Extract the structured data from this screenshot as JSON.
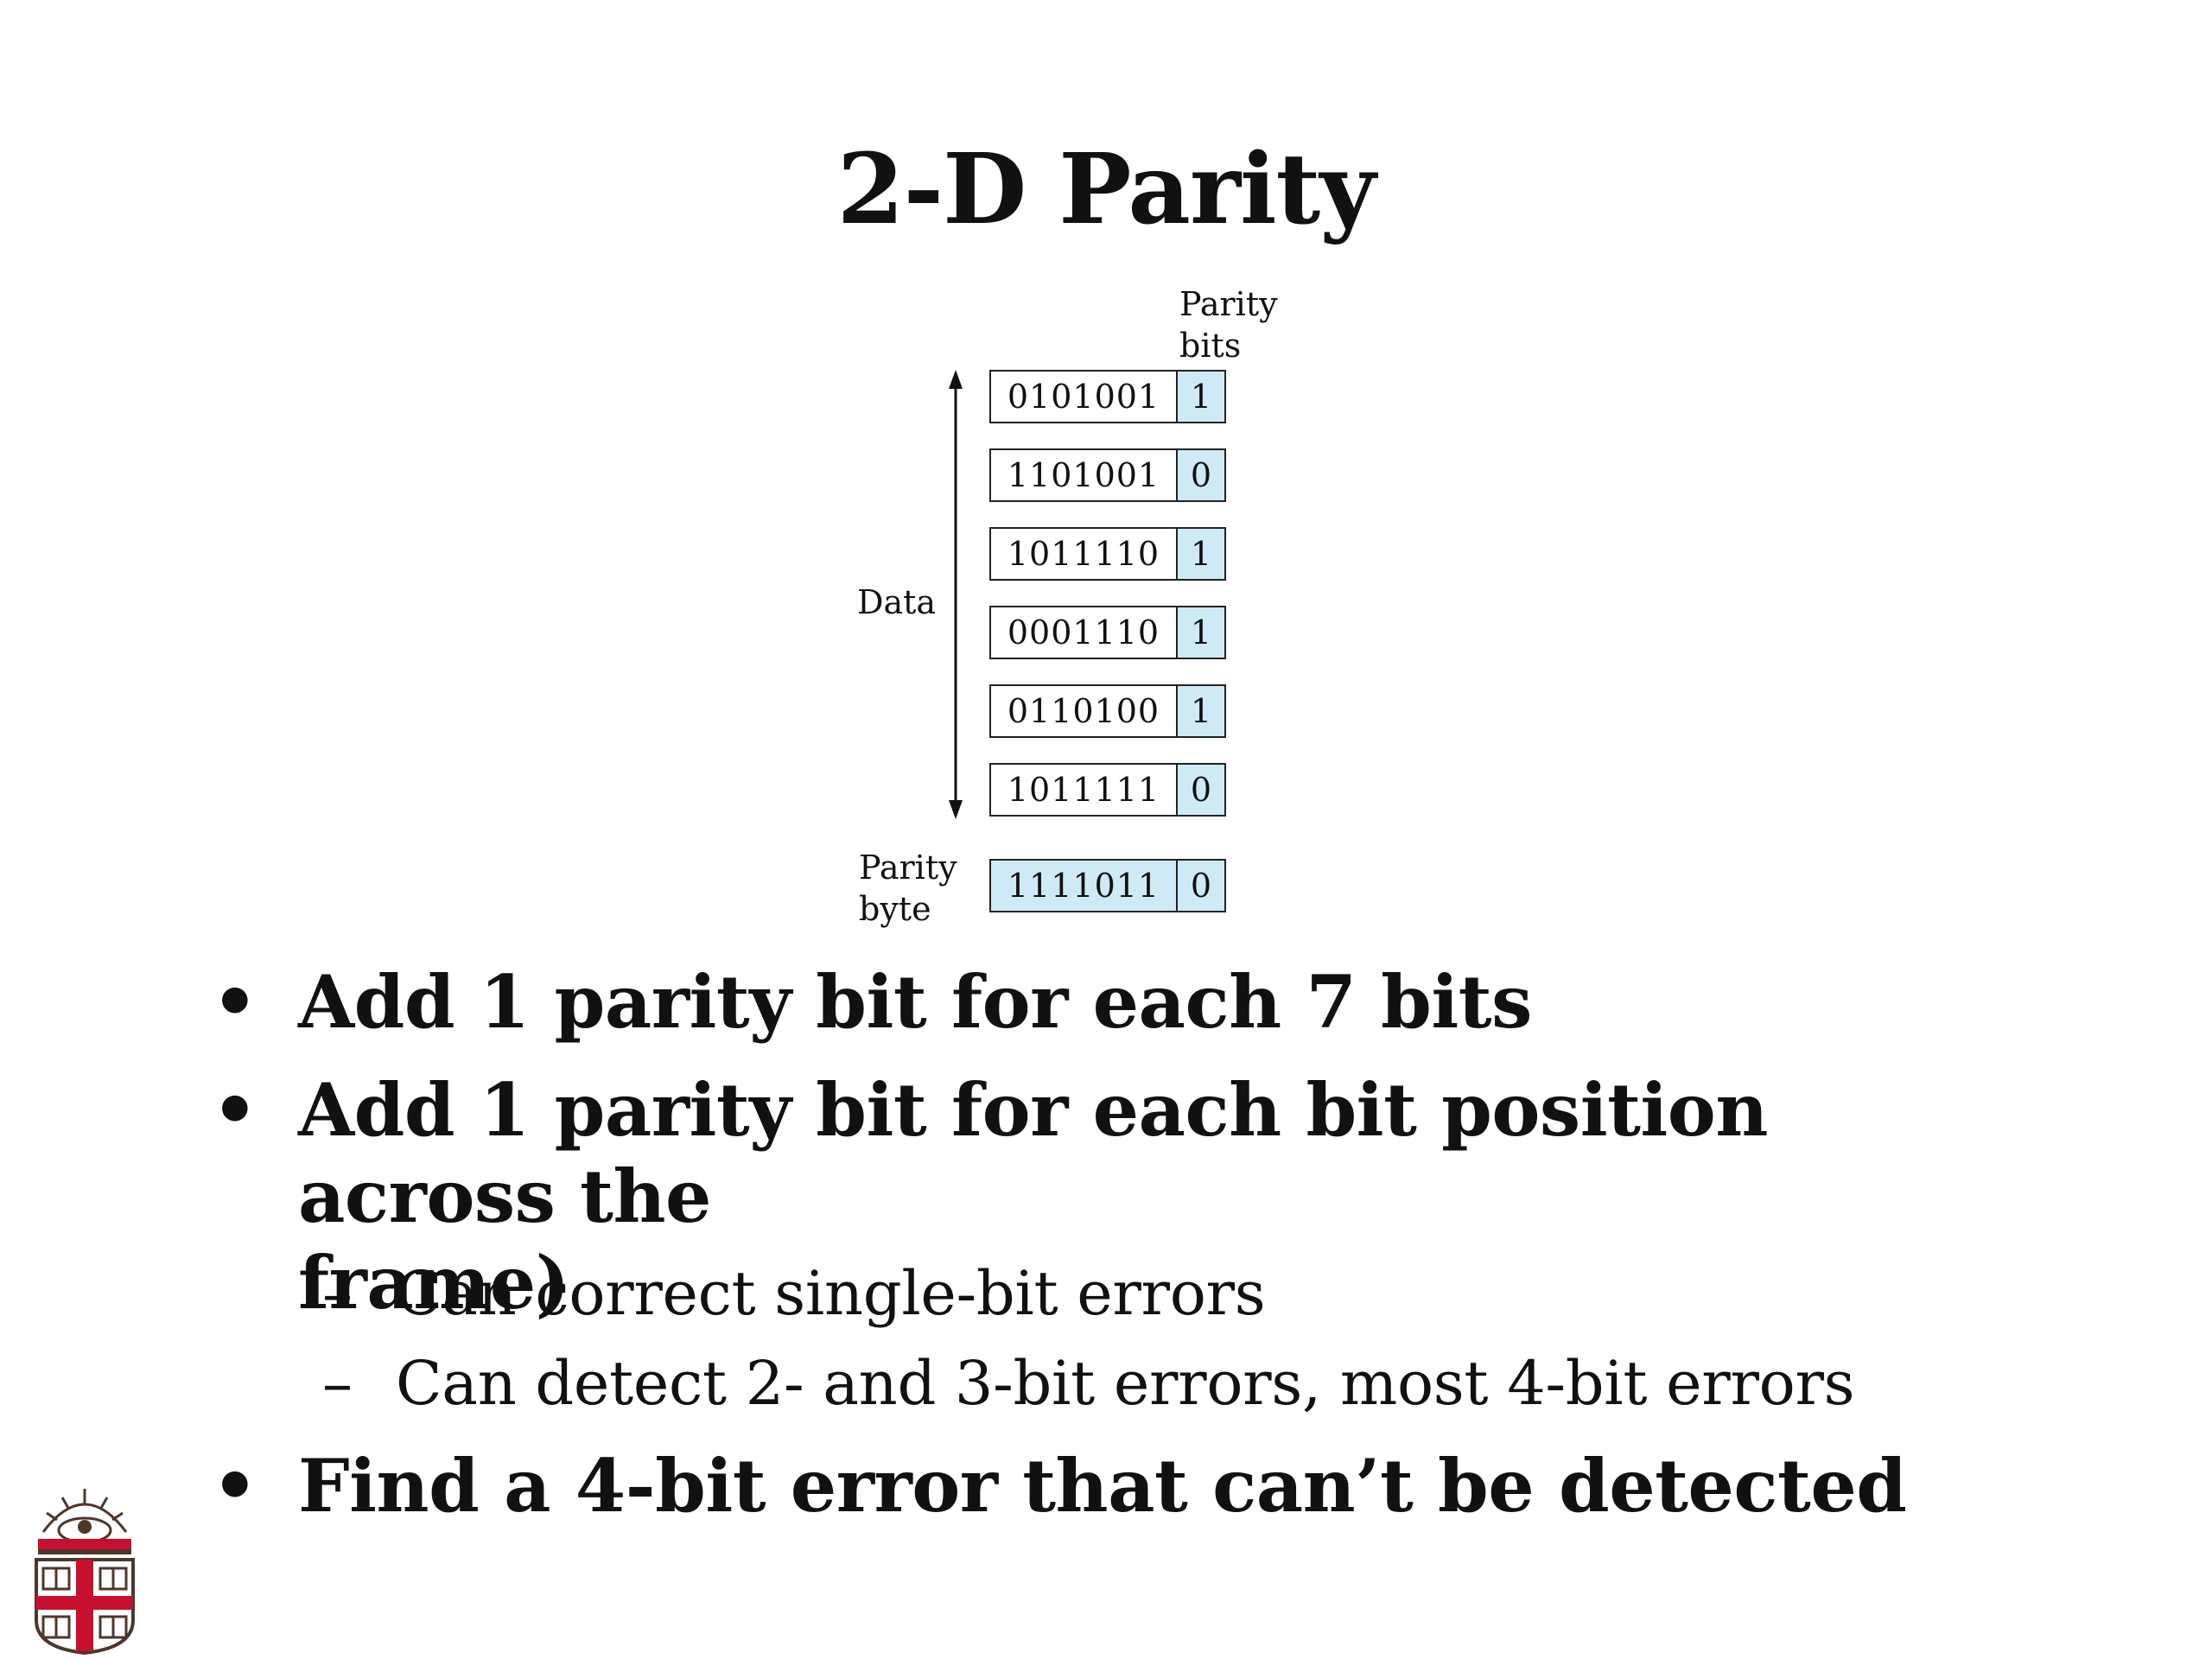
{
  "slide": {
    "title": "2-D Parity",
    "diagram": {
      "parity_bits_label": [
        "Parity",
        "bits"
      ],
      "data_label": "Data",
      "parity_byte_label": [
        "Parity",
        "byte"
      ],
      "rows": [
        {
          "data": "0101001",
          "parity": "1"
        },
        {
          "data": "1101001",
          "parity": "0"
        },
        {
          "data": "1011110",
          "parity": "1"
        },
        {
          "data": "0001110",
          "parity": "1"
        },
        {
          "data": "0110100",
          "parity": "1"
        },
        {
          "data": "1011111",
          "parity": "0"
        }
      ],
      "parity_byte": {
        "data": "1111011",
        "parity": "0"
      },
      "colors": {
        "parity_fill": "#cfeaf7",
        "border": "#222222"
      }
    },
    "bullets": [
      {
        "text": "Add 1 parity bit for each 7 bits"
      },
      {
        "text": "Add 1 parity bit for each bit position across the frame)",
        "lines": [
          "Add 1 parity bit for each bit position across the",
          "frame)"
        ],
        "sub": [
          "Can correct single-bit errors",
          "Can detect 2- and 3-bit errors, most 4-bit errors"
        ]
      },
      {
        "text": "Find a 4-bit error that can’t be detected"
      }
    ],
    "logo": {
      "icon": "university-shield-logo",
      "colors": {
        "red": "#c8102e",
        "brown": "#4e3629"
      }
    }
  }
}
